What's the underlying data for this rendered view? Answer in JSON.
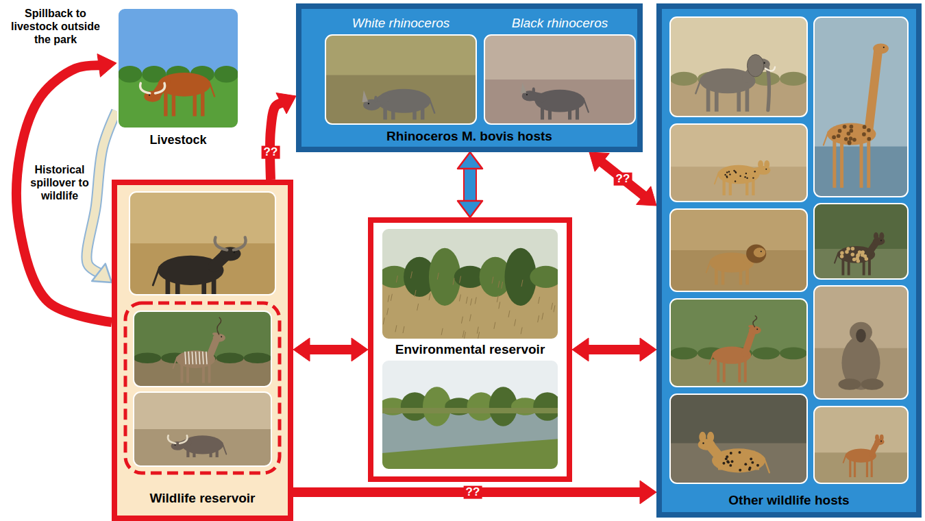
{
  "diagram": {
    "nodes": [
      {
        "text": [
          "Livestock"
        ]
      },
      {
        "text": [
          "Rhinoceros M. bovis hosts"
        ]
      },
      {
        "text": [
          "White rhinoceros"
        ],
        "in": 1
      },
      {
        "text": [
          "Black rhinoceros"
        ],
        "in": 1
      },
      {
        "text": [
          "Other wildlife hosts"
        ]
      },
      {
        "text": [
          "Wildlife reservoir"
        ]
      },
      {
        "text": [
          "Environmental reservoir"
        ]
      }
    ],
    "edges": [
      {
        "from": 5,
        "to": 0,
        "arrow": "to",
        "label": "Spillback to livestock outside the park"
      },
      {
        "from": 0,
        "to": 5,
        "arrow": "to",
        "label": "Historical spillover to wildlife"
      },
      {
        "from": 5,
        "to": 1,
        "arrow": "to",
        "label": "??"
      },
      {
        "from": 1,
        "to": 6,
        "arrow": "both"
      },
      {
        "from": 1,
        "to": 4,
        "arrow": "both",
        "label": "??"
      },
      {
        "from": 5,
        "to": 6,
        "arrow": "both"
      },
      {
        "from": 6,
        "to": 4,
        "arrow": "both"
      },
      {
        "from": 5,
        "to": 4,
        "arrow": "to",
        "label": "??"
      }
    ]
  }
}
